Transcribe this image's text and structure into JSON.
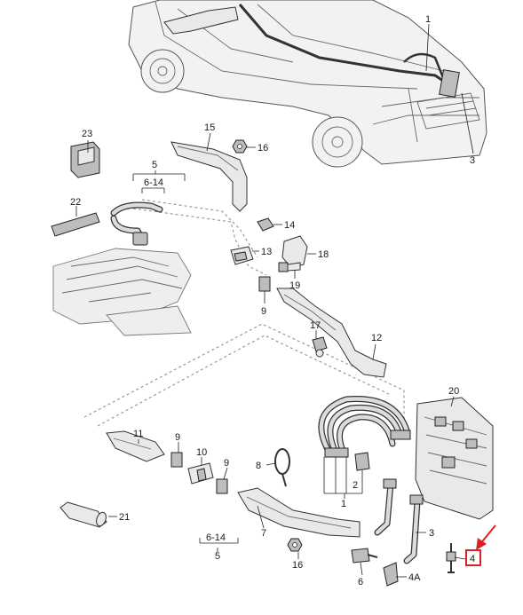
{
  "callouts": {
    "c1_car": "1",
    "c3_car": "3",
    "c23": "23",
    "c15": "15",
    "c16_top": "16",
    "c5_top": "5",
    "c614_top": "6-14",
    "c22": "22",
    "c14": "14",
    "c13": "13",
    "c18": "18",
    "c19": "19",
    "c9_mid": "9",
    "c17": "17",
    "c12": "12",
    "c20": "20",
    "c11": "11",
    "c9_a": "9",
    "c10": "10",
    "c9_b": "9",
    "c8": "8",
    "c1_bot": "1",
    "c2": "2",
    "c21": "21",
    "c7": "7",
    "c614_bot": "6-14",
    "c5_bot": "5",
    "c16_bot": "16",
    "c6": "6",
    "c3_bot": "3",
    "c4A": "4A",
    "c4": "4"
  },
  "highlight": {
    "target": "4",
    "color": "#e02020"
  },
  "colors": {
    "line": "#222222",
    "part_fill": "#e9e9e9",
    "highlight": "#e02020"
  }
}
